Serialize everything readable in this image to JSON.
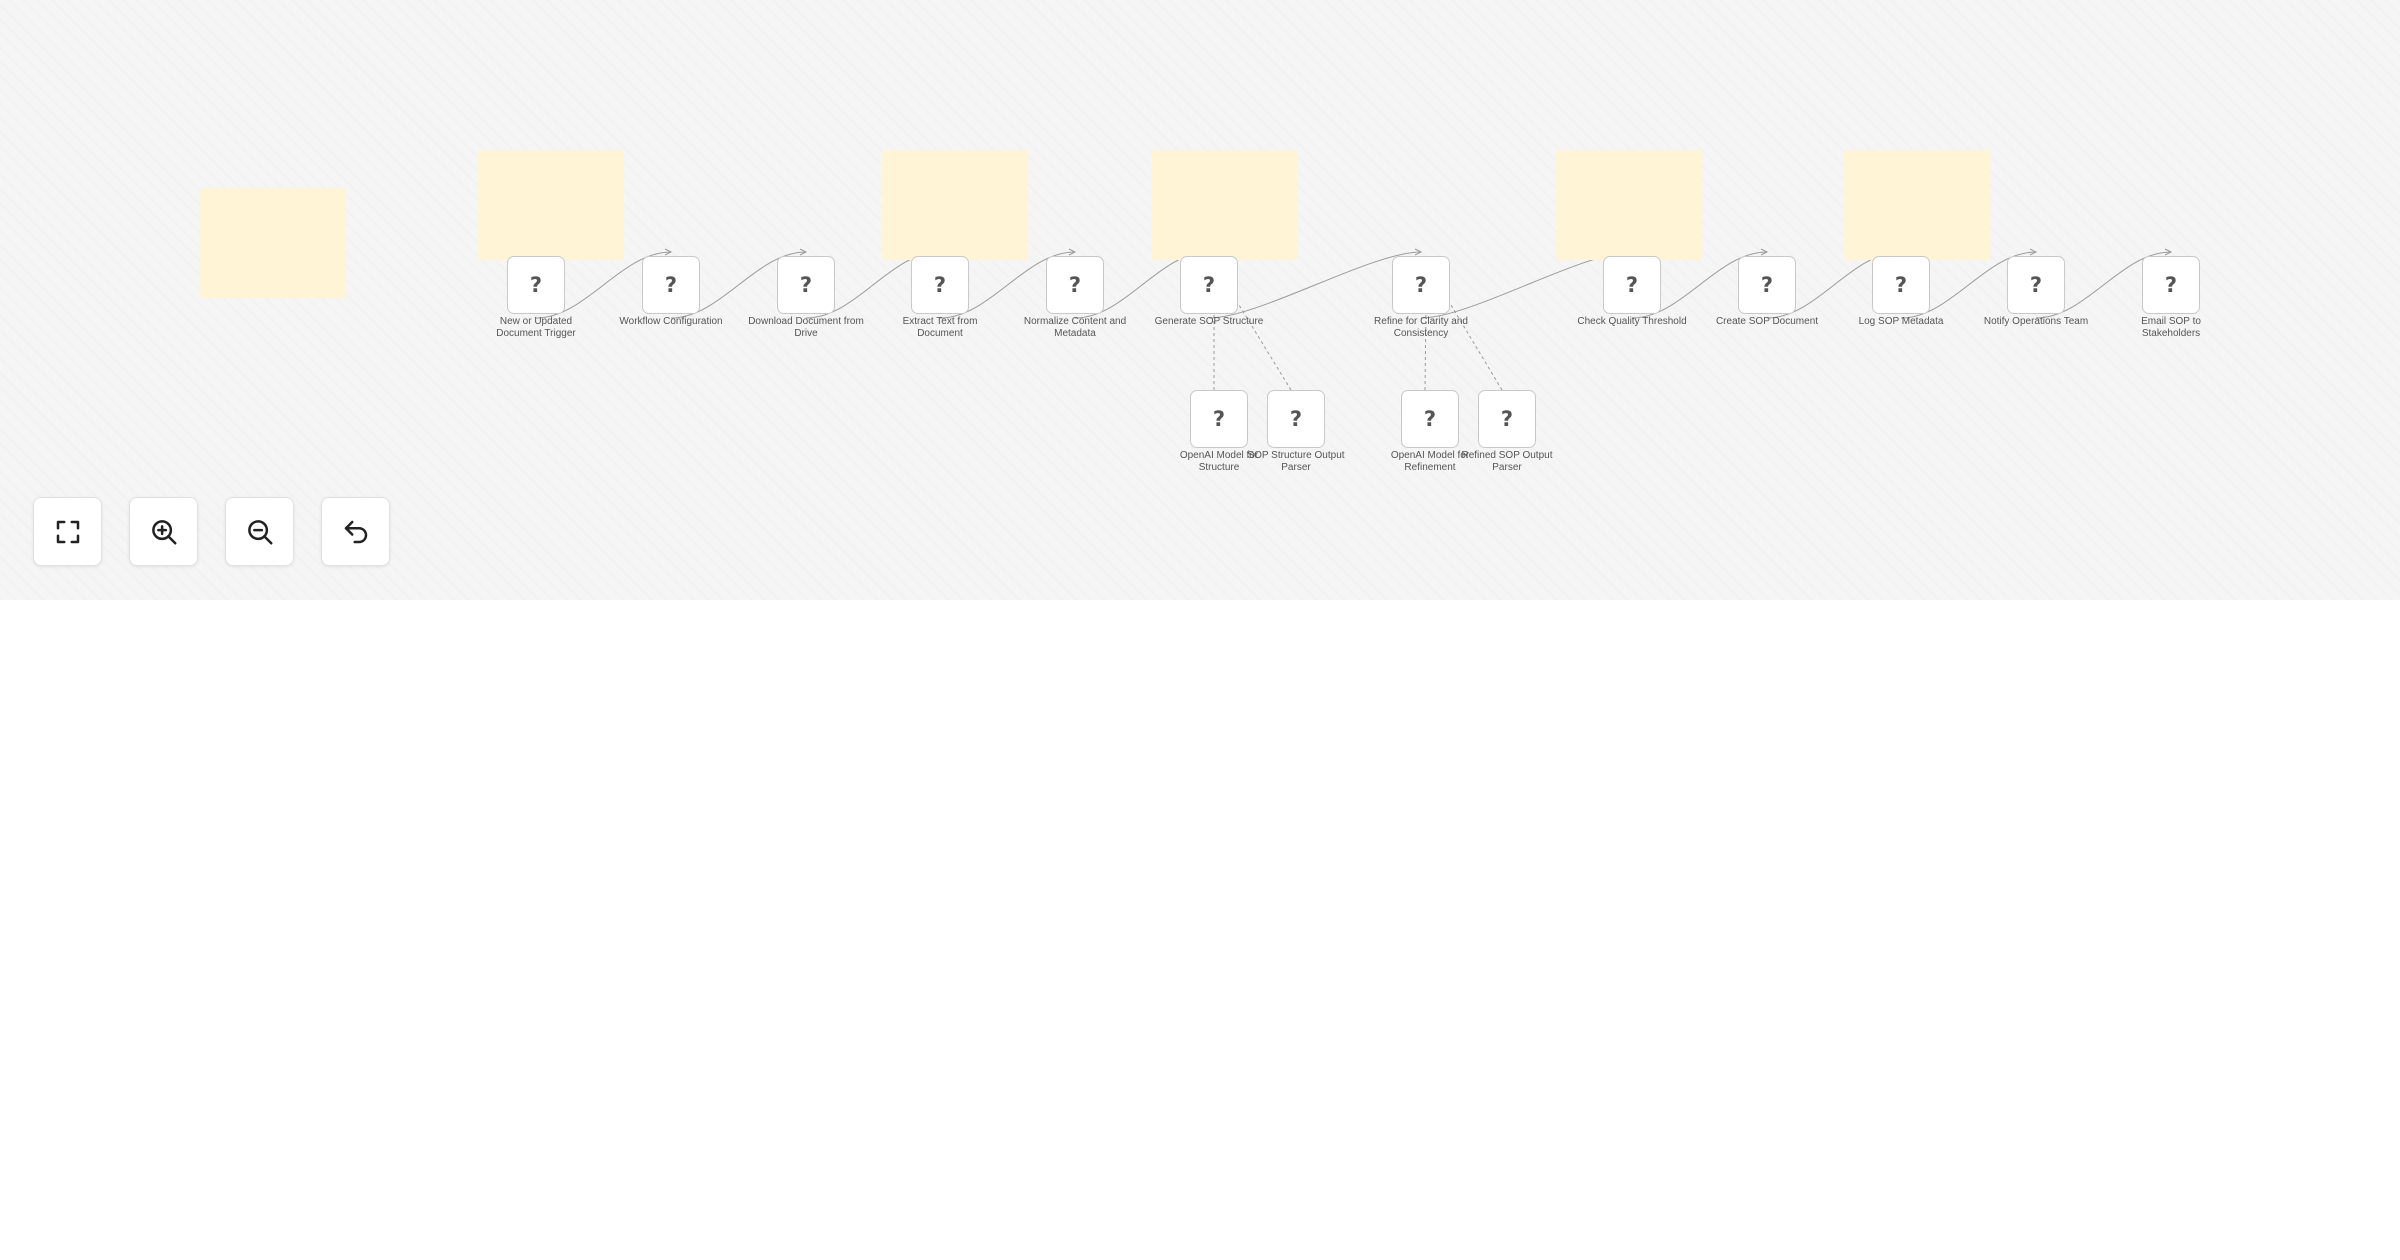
{
  "canvas": {
    "node_icon_glyph": "?",
    "sticky_color": "#fff5d6",
    "background_color": "#f5f5f5",
    "stickies": [
      {
        "id": "sticky-1"
      },
      {
        "id": "sticky-2"
      },
      {
        "id": "sticky-3"
      },
      {
        "id": "sticky-4"
      },
      {
        "id": "sticky-5"
      },
      {
        "id": "sticky-6"
      }
    ],
    "nodes": [
      {
        "id": "n1",
        "label": "New or Updated Document Trigger"
      },
      {
        "id": "n2",
        "label": "Workflow Configuration"
      },
      {
        "id": "n3",
        "label": "Download Document from Drive"
      },
      {
        "id": "n4",
        "label": "Extract Text from Document"
      },
      {
        "id": "n5",
        "label": "Normalize Content and Metadata"
      },
      {
        "id": "n6",
        "label": "Generate SOP Structure"
      },
      {
        "id": "n7",
        "label": "Refine for Clarity and Consistency"
      },
      {
        "id": "n8",
        "label": "Check Quality Threshold"
      },
      {
        "id": "n9",
        "label": "Create SOP Document"
      },
      {
        "id": "n10",
        "label": "Log SOP Metadata"
      },
      {
        "id": "n11",
        "label": "Notify Operations Team"
      },
      {
        "id": "n12",
        "label": "Email SOP to Stakeholders"
      },
      {
        "id": "s1",
        "label": "OpenAI Model for Structure"
      },
      {
        "id": "s2",
        "label": "SOP Structure Output Parser"
      },
      {
        "id": "s3",
        "label": "OpenAI Model for Refinement"
      },
      {
        "id": "s4",
        "label": "Refined SOP Output Parser"
      }
    ],
    "connections": [
      {
        "from": "n1",
        "to": "n2",
        "style": "main"
      },
      {
        "from": "n2",
        "to": "n3",
        "style": "main"
      },
      {
        "from": "n3",
        "to": "n4",
        "style": "main"
      },
      {
        "from": "n4",
        "to": "n5",
        "style": "main"
      },
      {
        "from": "n5",
        "to": "n6",
        "style": "main"
      },
      {
        "from": "n6",
        "to": "n7",
        "style": "main"
      },
      {
        "from": "n7",
        "to": "n8",
        "style": "main"
      },
      {
        "from": "n8",
        "to": "n9",
        "style": "main"
      },
      {
        "from": "n9",
        "to": "n10",
        "style": "main"
      },
      {
        "from": "n10",
        "to": "n11",
        "style": "main"
      },
      {
        "from": "n11",
        "to": "n12",
        "style": "main"
      },
      {
        "from": "s1",
        "to": "n6",
        "style": "sub"
      },
      {
        "from": "s2",
        "to": "n6",
        "style": "sub"
      },
      {
        "from": "s3",
        "to": "n7",
        "style": "sub"
      },
      {
        "from": "s4",
        "to": "n7",
        "style": "sub"
      }
    ]
  },
  "controls": [
    {
      "name": "fit-view-button",
      "icon": "fullscreen-icon"
    },
    {
      "name": "zoom-in-button",
      "icon": "zoom-in-icon"
    },
    {
      "name": "zoom-out-button",
      "icon": "zoom-out-icon"
    },
    {
      "name": "reset-zoom-button",
      "icon": "undo-icon"
    }
  ]
}
